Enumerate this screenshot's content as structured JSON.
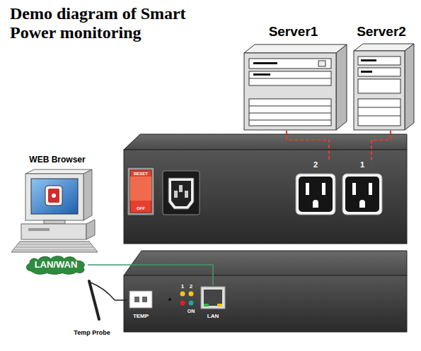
{
  "diagram": {
    "title": "Demo diagram of Smart Power monitoring",
    "nodes": [
      {
        "text": [
          "Server1"
        ]
      },
      {
        "text": [
          "Server2"
        ]
      },
      {
        "text": [
          "WEB Browser"
        ]
      },
      {
        "text": [
          "2"
        ]
      },
      {
        "text": [
          "1"
        ]
      },
      {
        "text": [
          "LAN/WAN"
        ]
      },
      {
        "text": [
          "TEMP"
        ]
      },
      {
        "text": [
          "LAN"
        ]
      },
      {
        "text": [
          "Temp Probe"
        ]
      }
    ],
    "edges": [
      {
        "from": 0,
        "to": 3,
        "arrow": "none"
      },
      {
        "from": 1,
        "to": 4,
        "arrow": "none"
      },
      {
        "from": 5,
        "to": 7,
        "arrow": "none"
      },
      {
        "from": 8,
        "to": 6,
        "arrow": "none"
      }
    ],
    "labels": [
      "RESET",
      "OFF",
      "1",
      "2",
      "ON"
    ]
  }
}
